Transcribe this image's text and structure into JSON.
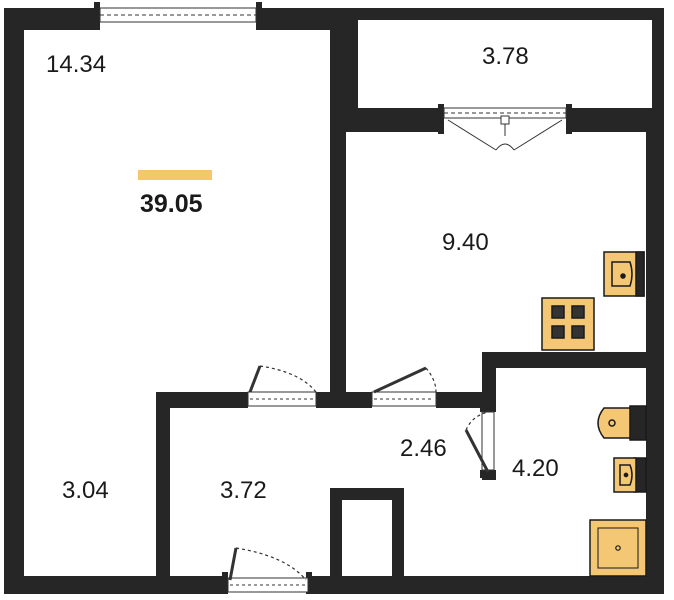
{
  "plan": {
    "total_area": "39.05",
    "rooms": [
      {
        "id": "room-main",
        "area": "14.34"
      },
      {
        "id": "balcony",
        "area": "3.78"
      },
      {
        "id": "kitchen",
        "area": "9.40"
      },
      {
        "id": "wardrobe",
        "area": "3.04"
      },
      {
        "id": "hallway",
        "area": "3.72"
      },
      {
        "id": "corridor",
        "area": "2.46"
      },
      {
        "id": "bathroom",
        "area": "4.20"
      }
    ]
  },
  "colors": {
    "wall": "#262626",
    "accent": "#f5c76a",
    "fixture": "#f4c774",
    "fixture_stroke": "#1a1a1a",
    "door": "#333333",
    "background": "#ffffff"
  }
}
